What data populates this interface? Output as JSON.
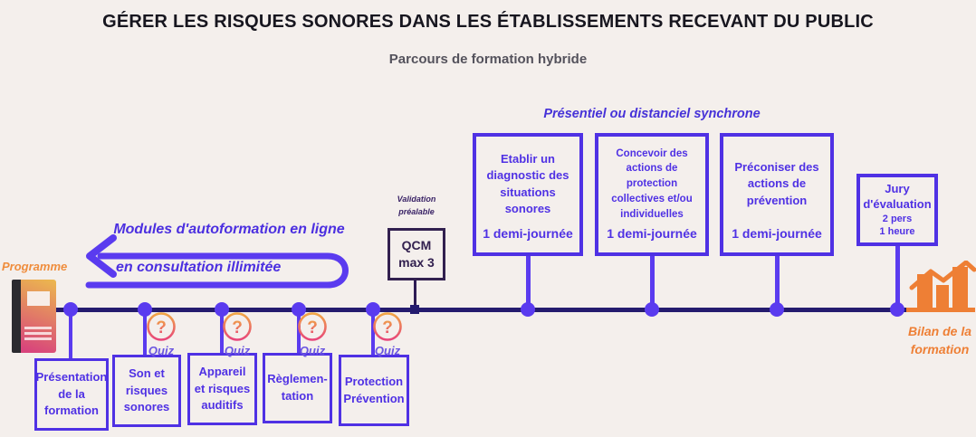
{
  "header": {
    "title": "GÉRER LES RISQUES SONORES DANS LES ÉTABLISSEMENTS RECEVANT DU PUBLIC",
    "subtitle": "Parcours de formation hybride"
  },
  "colors": {
    "accent_purple": "#4f31e4",
    "bright_purple": "#5a3bef",
    "timeline_navy": "#241b6e",
    "deep_purple": "#32204f",
    "orange": "#ee7f35",
    "quiz_gradient_top": "#f0a644",
    "quiz_gradient_bottom": "#e8457a",
    "background": "#f4efec"
  },
  "online_track": {
    "programme_label": "Programme",
    "arrow_line1": "Modules d'autoformation en ligne",
    "arrow_line2": "en consultation illimitée",
    "quiz_label": "Quiz",
    "quiz_icon_glyph": "?",
    "modules": [
      {
        "title": "Présentation de la formation",
        "has_quiz": false
      },
      {
        "title": "Son et risques sonores",
        "has_quiz": true
      },
      {
        "title": "Appareil et risques auditifs",
        "has_quiz": true
      },
      {
        "title": "Règlemen-tation",
        "has_quiz": true
      },
      {
        "title": "Protection Prévention",
        "has_quiz": true
      }
    ],
    "validation": {
      "line1": "Validation",
      "line2": "préalable"
    },
    "qcm": {
      "line1": "QCM",
      "line2": "max 3"
    }
  },
  "synchronous_track": {
    "label": "Présentiel  ou distanciel synchrone",
    "sessions": [
      {
        "title": "Etablir un diagnostic des situations sonores",
        "duration": "1 demi-journée"
      },
      {
        "title": "Concevoir des actions de protection collectives et/ou individuelles",
        "duration": "1 demi-journée"
      },
      {
        "title": "Préconiser des actions de prévention",
        "duration": "1 demi-journée"
      }
    ],
    "jury": {
      "title": "Jury d'évaluation",
      "size": "2 pers",
      "duration": "1 heure"
    }
  },
  "bilan": {
    "line1": "Bilan de la",
    "line2": "formation"
  }
}
